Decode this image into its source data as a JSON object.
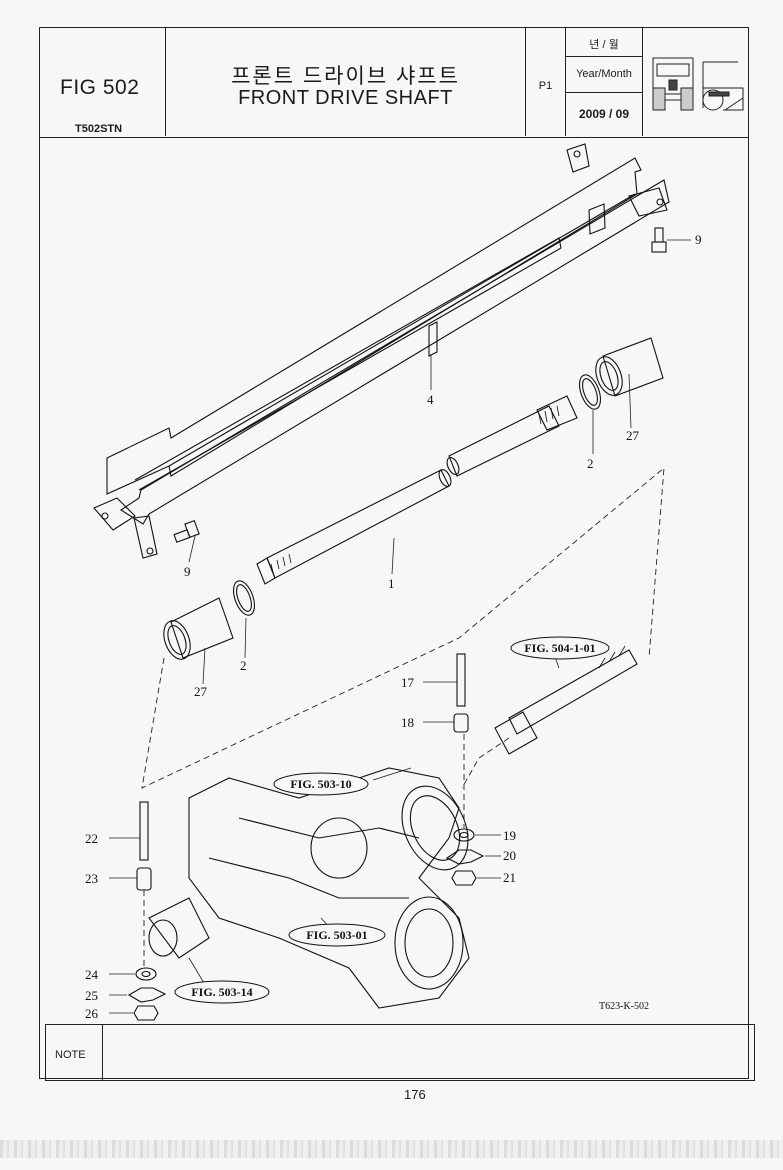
{
  "header": {
    "fig_label": "FIG 502",
    "fig_code": "T502STN",
    "title_kr": "프론트 드라이브 샤프트",
    "title_en": "FRONT DRIVE SHAFT",
    "page_code": "P1",
    "date_label_kr": "년 / 월",
    "date_label_en": "Year/Month",
    "date_value": "2009 / 09"
  },
  "diagram": {
    "drawing_code": "T623-K-502",
    "callouts": [
      {
        "id": "c9a",
        "text": "9"
      },
      {
        "id": "c4",
        "text": "4"
      },
      {
        "id": "c27a",
        "text": "27"
      },
      {
        "id": "c2a",
        "text": "2"
      },
      {
        "id": "c9b",
        "text": "9"
      },
      {
        "id": "c1",
        "text": "1"
      },
      {
        "id": "c2b",
        "text": "2"
      },
      {
        "id": "c27b",
        "text": "27"
      },
      {
        "id": "c17",
        "text": "17"
      },
      {
        "id": "c18",
        "text": "18"
      },
      {
        "id": "c19",
        "text": "19"
      },
      {
        "id": "c20",
        "text": "20"
      },
      {
        "id": "c21",
        "text": "21"
      },
      {
        "id": "c22",
        "text": "22"
      },
      {
        "id": "c23",
        "text": "23"
      },
      {
        "id": "c24",
        "text": "24"
      },
      {
        "id": "c25",
        "text": "25"
      },
      {
        "id": "c26",
        "text": "26"
      }
    ],
    "fig_refs": [
      {
        "id": "r504",
        "text": "FIG. 504-1-01"
      },
      {
        "id": "r50310",
        "text": "FIG. 503-10"
      },
      {
        "id": "r50301",
        "text": "FIG. 503-01"
      },
      {
        "id": "r50314",
        "text": "FIG. 503-14"
      }
    ]
  },
  "note": {
    "label": "NOTE",
    "text": ""
  },
  "footer": {
    "page_number": "176"
  }
}
